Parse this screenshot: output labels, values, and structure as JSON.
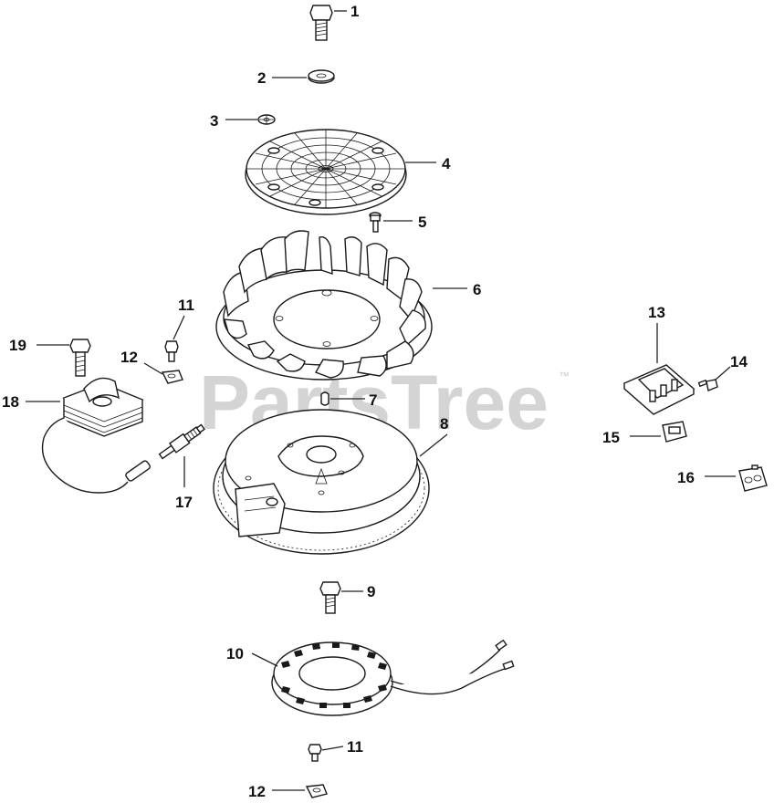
{
  "watermark": {
    "text": "PartsTree",
    "trademark": "™"
  },
  "colors": {
    "ink": "#1a1a1a",
    "watermark": "#d4d4d4",
    "background": "#ffffff"
  },
  "callouts": {
    "c1": "1",
    "c2": "2",
    "c3": "3",
    "c4": "4",
    "c5": "5",
    "c6": "6",
    "c7": "7",
    "c8": "8",
    "c9": "9",
    "c10": "10",
    "c11a": "11",
    "c11b": "11",
    "c12a": "12",
    "c12b": "12",
    "c13": "13",
    "c14": "14",
    "c15": "15",
    "c16": "16",
    "c17": "17",
    "c18": "18",
    "c19": "19"
  },
  "parts": [
    {
      "ref": "1",
      "icon": "hex-bolt-icon"
    },
    {
      "ref": "2",
      "icon": "flat-washer-icon"
    },
    {
      "ref": "3",
      "icon": "lock-washer-icon"
    },
    {
      "ref": "4",
      "icon": "fan-grille-screen-icon"
    },
    {
      "ref": "5",
      "icon": "screw-icon"
    },
    {
      "ref": "6",
      "icon": "cooling-fan-icon"
    },
    {
      "ref": "7",
      "icon": "woodruff-key-icon"
    },
    {
      "ref": "8",
      "icon": "flywheel-icon"
    },
    {
      "ref": "9",
      "icon": "hex-bolt-icon"
    },
    {
      "ref": "10",
      "icon": "stator-icon"
    },
    {
      "ref": "11",
      "icon": "screw-icon"
    },
    {
      "ref": "12",
      "icon": "wire-clip-icon"
    },
    {
      "ref": "13",
      "icon": "rectifier-regulator-icon"
    },
    {
      "ref": "14",
      "icon": "screw-icon"
    },
    {
      "ref": "15",
      "icon": "connector-icon"
    },
    {
      "ref": "16",
      "icon": "connector-icon"
    },
    {
      "ref": "17",
      "icon": "spark-plug-icon"
    },
    {
      "ref": "18",
      "icon": "ignition-module-icon"
    },
    {
      "ref": "19",
      "icon": "hex-bolt-icon"
    }
  ]
}
